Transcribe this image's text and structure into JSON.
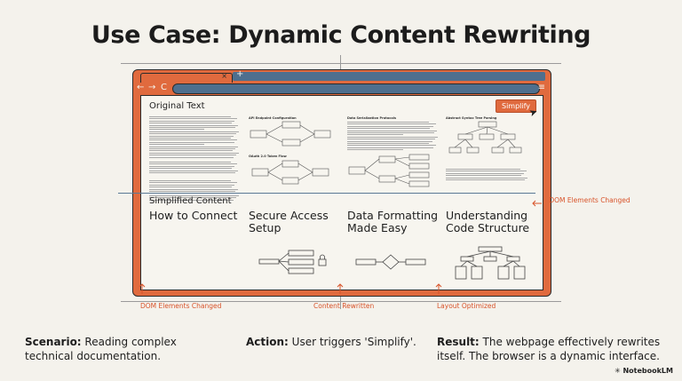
{
  "title": "Use Case: Dynamic Content Rewriting",
  "browser": {
    "tab_close": "×",
    "new_tab": "+",
    "nav_back": "←",
    "nav_forward": "→",
    "nav_reload": "C",
    "menu": "≡"
  },
  "original": {
    "label": "Original Text",
    "simplify_button": "Simplify",
    "col_titles": [
      "API Endpoint Configuration",
      "OAuth 2.0 Token Flow",
      "Data Serialization Protocols",
      "Abstract Syntax Tree Parsing"
    ]
  },
  "simplified": {
    "label": "Simplified Content",
    "titles": [
      "How to Connect",
      "Secure Access Setup",
      "Data Formatting Made Easy",
      "Understanding Code Structure"
    ]
  },
  "callouts": {
    "right": "DOM Elements Changed",
    "bottom_left": "DOM Elements Changed",
    "bottom_mid": "Content Rewritten",
    "bottom_right": "Layout Optimized"
  },
  "footer": {
    "scenario_label": "Scenario:",
    "scenario_text": " Reading complex technical documentation.",
    "action_label": "Action:",
    "action_text": " User triggers 'Simplify'.",
    "result_label": "Result:",
    "result_text": " The webpage effectively rewrites itself. The browser is a dynamic interface."
  },
  "brand": "NotebookLM",
  "colors": {
    "accent": "#e06a3e",
    "browser_blue": "#4e6f8e",
    "background": "#f4f2ec"
  }
}
